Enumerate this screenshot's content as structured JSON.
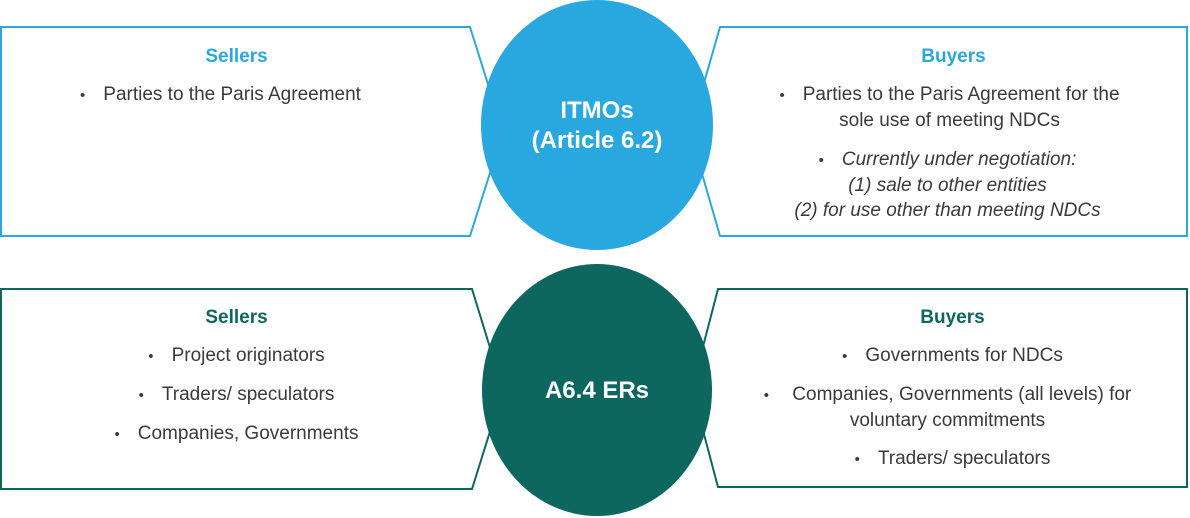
{
  "itmo": {
    "circle_label_line1": "ITMOs",
    "circle_label_line2": "(Article 6.2)",
    "sellers_title": "Sellers",
    "sellers_items": [
      "Parties to the Paris Agreement"
    ],
    "buyers_title": "Buyers",
    "buyers_item1_line1": "Parties to the Paris Agreement for the",
    "buyers_item1_line2": "sole use of meeting NDCs",
    "buyers_note_line1": "Currently under negotiation:",
    "buyers_note_line2": "(1) sale to other entities",
    "buyers_note_line3": "(2) for use other than meeting NDCs",
    "color": "#29a8e0"
  },
  "a64": {
    "circle_label": "A6.4 ERs",
    "sellers_title": "Sellers",
    "sellers_items": [
      "Project originators",
      "Traders/ speculators",
      "Companies, Governments"
    ],
    "buyers_title": "Buyers",
    "buyers_item1": "Governments for NDCs",
    "buyers_item2_line1": "Companies, Governments (all levels) for",
    "buyers_item2_line2": "voluntary commitments",
    "buyers_item3": "Traders/ speculators",
    "color": "#0e675e"
  }
}
